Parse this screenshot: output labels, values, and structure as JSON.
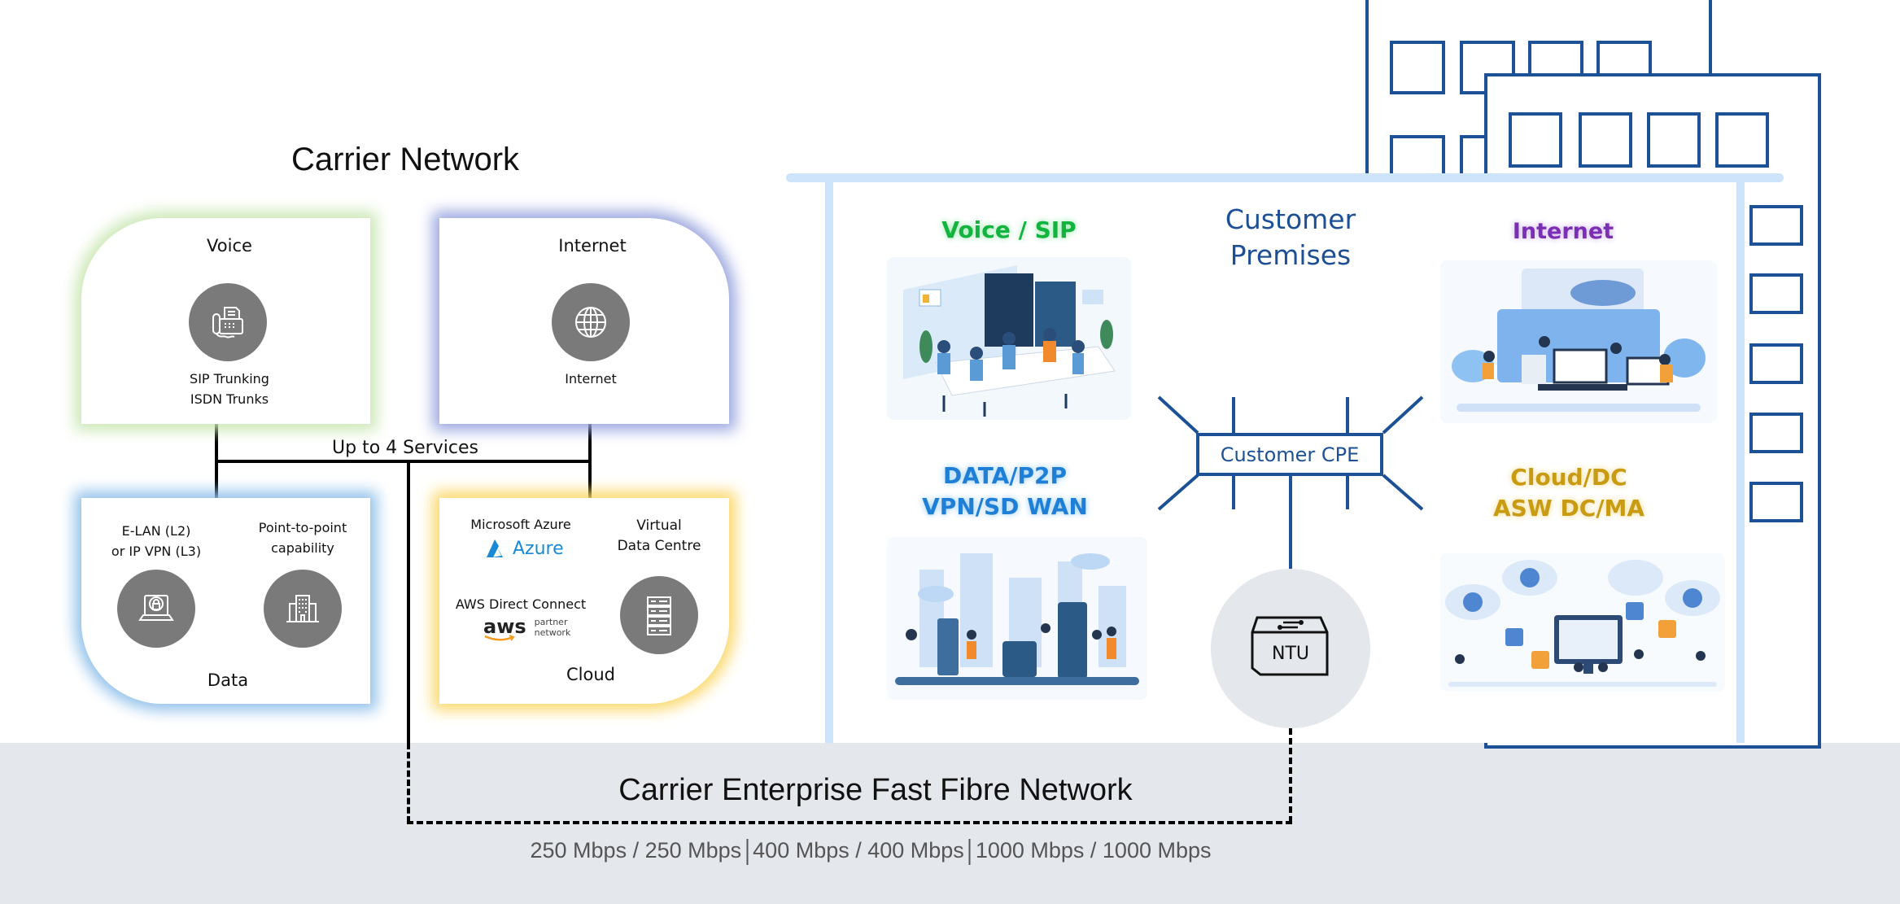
{
  "carrier": {
    "title": "Carrier Network",
    "connector_label": "Up to 4 Services",
    "services": {
      "voice": {
        "heading": "Voice",
        "icon": "fax-phone-icon",
        "lines": [
          "SIP Trunking",
          "ISDN Trunks"
        ],
        "glow": "#cbe8b5"
      },
      "internet": {
        "heading": "Internet",
        "icon": "globe-icon",
        "lines": [
          "Internet"
        ],
        "glow": "#9aa6df"
      },
      "data": {
        "heading": "Data",
        "glow": "#8fc0ea",
        "items": [
          {
            "label_1": "E-LAN (L2)",
            "label_2": "or IP VPN (L3)",
            "icon": "laptop-globe-lock-icon"
          },
          {
            "label_1": "Point-to-point",
            "label_2": "capability",
            "icon": "office-building-icon"
          }
        ]
      },
      "cloud": {
        "heading": "Cloud",
        "glow": "#fbd86a",
        "azure": {
          "label": "Microsoft Azure",
          "logo_text": "Azure",
          "color": "#1a8ad6"
        },
        "aws": {
          "label": "AWS Direct Connect",
          "logo_text": "aws",
          "partner_1": "partner",
          "partner_2": "network",
          "arrow_color": "#f39a1e"
        },
        "vdc": {
          "label_1": "Virtual",
          "label_2": "Data Centre",
          "icon": "server-rack-icon"
        }
      }
    }
  },
  "premises": {
    "title_1": "Customer",
    "title_2": "Premises",
    "categories": {
      "voice": {
        "label": "Voice / SIP",
        "color": "#13b340",
        "illustration": "office-team-illustration"
      },
      "internet": {
        "label": "Internet",
        "color": "#7b2fb5",
        "illustration": "internet-workspace-illustration"
      },
      "data": {
        "label_1": "DATA/P2P",
        "label_2": "VPN/SD WAN",
        "color": "#1f7fd6",
        "illustration": "city-network-illustration"
      },
      "cloud": {
        "label_1": "Cloud/DC",
        "label_2": "ASW DC/MA",
        "color": "#c89b12",
        "illustration": "cloud-apps-illustration"
      }
    },
    "cpe_label": "Customer CPE",
    "ntu_label": "NTU",
    "accent": "#1d5196"
  },
  "fibre": {
    "title": "Carrier Enterprise Fast Fibre Network",
    "speeds": [
      "250 Mbps / 250 Mbps",
      "400 Mbps / 400 Mbps",
      "1000 Mbps / 1000 Mbps"
    ]
  }
}
